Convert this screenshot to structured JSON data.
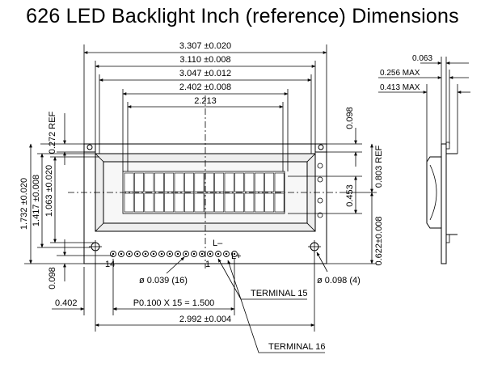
{
  "title": "626 LED Backlight Inch (reference) Dimensions",
  "top_dims": {
    "d1": "3.307 ±0.020",
    "d2": "3.110 ±0.008",
    "d3": "3.047 ±0.012",
    "d4": "2.402 ±0.008",
    "d5": "2.213"
  },
  "left_dims": {
    "ref_272": "0.272 REF",
    "h1": "1.732 ±0.020",
    "h2": "1.417 ±0.008",
    "h3": "1.063 ±0.020",
    "h4": "0.098"
  },
  "right_dims": {
    "r098": "0.098",
    "r803": "0.803 REF",
    "r453": "0.453",
    "r622": "0.622±0.008"
  },
  "side_dims": {
    "s063": "0.063",
    "s256": "0.256 MAX",
    "s413": "0.413 MAX"
  },
  "bottom_dims": {
    "b402": "0.402",
    "pitch": "P0.100 X 15 = 1.500",
    "b2992": "2.992 ±0.004"
  },
  "labels": {
    "pin14": "14",
    "pin1": "1",
    "lminus": "L–",
    "lplus": "L+",
    "pin_hole": "ø 0.039 (16)",
    "mount_hole": "ø 0.098 (4)",
    "terminal15": "TERMINAL  15",
    "terminal16": "TERMINAL  16"
  }
}
